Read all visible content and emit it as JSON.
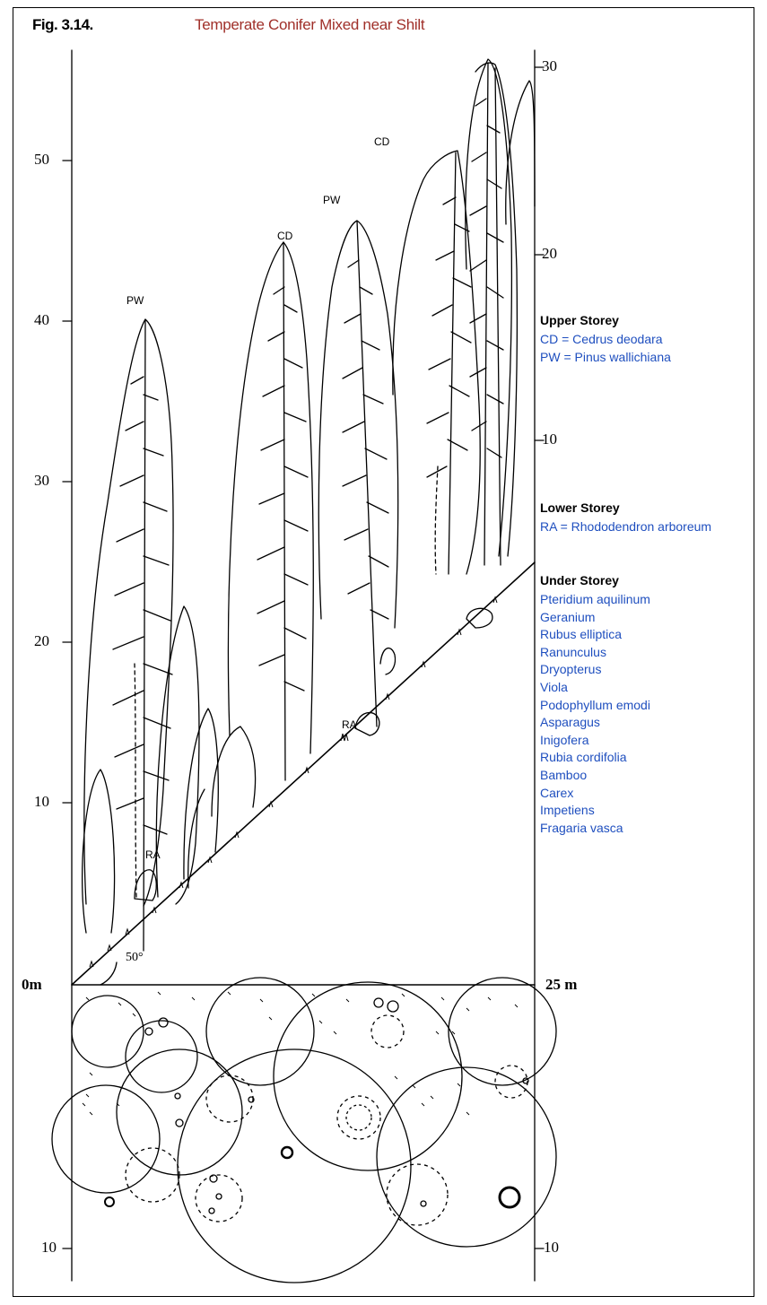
{
  "figure": {
    "number": "Fig. 3.14.",
    "title": "Temperate Conifer Mixed near Shilt",
    "colors": {
      "title": "#a0302a",
      "species": "#1f4fbf",
      "lines": "#000000"
    }
  },
  "left_axis": {
    "ticks": [
      "50",
      "40",
      "30",
      "20",
      "10"
    ]
  },
  "right_axis": {
    "ticks": [
      "30",
      "20",
      "10"
    ]
  },
  "profile": {
    "origin_label": "0m",
    "end_label": "25 m",
    "slope_angle": "50°",
    "tree_labels": [
      "PW",
      "CD",
      "PW",
      "CD",
      "RA",
      "RA"
    ]
  },
  "plan": {
    "left_bottom_label": "10",
    "right_bottom_label": "10"
  },
  "legend": {
    "upper": {
      "heading": "Upper Storey",
      "items": [
        "CD = Cedrus deodara",
        "PW = Pinus wallichiana"
      ]
    },
    "lower": {
      "heading": "Lower Storey",
      "items": [
        "RA = Rhododendron arboreum"
      ]
    },
    "under": {
      "heading": "Under Storey",
      "items": [
        "Pteridium aquilinum",
        "Geranium",
        "Rubus elliptica",
        "Ranunculus",
        "Dryopterus",
        "Viola",
        "Podophyllum emodi",
        "Asparagus",
        "Inigofera",
        "Rubia cordifolia",
        "Bamboo",
        "Carex",
        "Impetiens",
        "Fragaria vasca"
      ]
    }
  }
}
